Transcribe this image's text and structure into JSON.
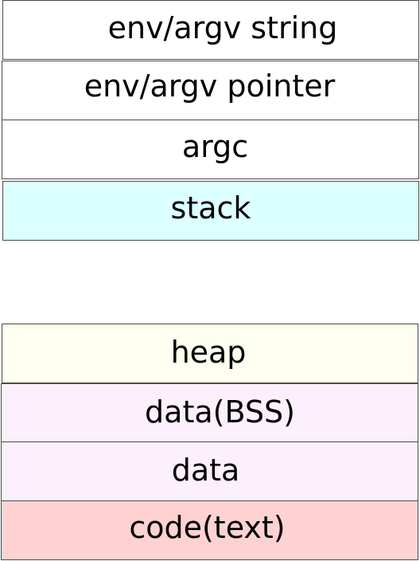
{
  "segments": [
    {
      "label": "env/argv string",
      "color": "#ffffff"
    },
    {
      "label": "env/argv pointer",
      "color": "#ffffff"
    },
    {
      "label": "argc",
      "color": "#ffffff"
    },
    {
      "label": "stack",
      "color": "#dcffff"
    },
    {
      "label": "heap",
      "color": "#fefff0"
    },
    {
      "label": "data(BSS)",
      "color": "#fcf0fc"
    },
    {
      "label": "data",
      "color": "#fcf0fc"
    },
    {
      "label": "code(text)",
      "color": "#ffd2d2"
    }
  ]
}
